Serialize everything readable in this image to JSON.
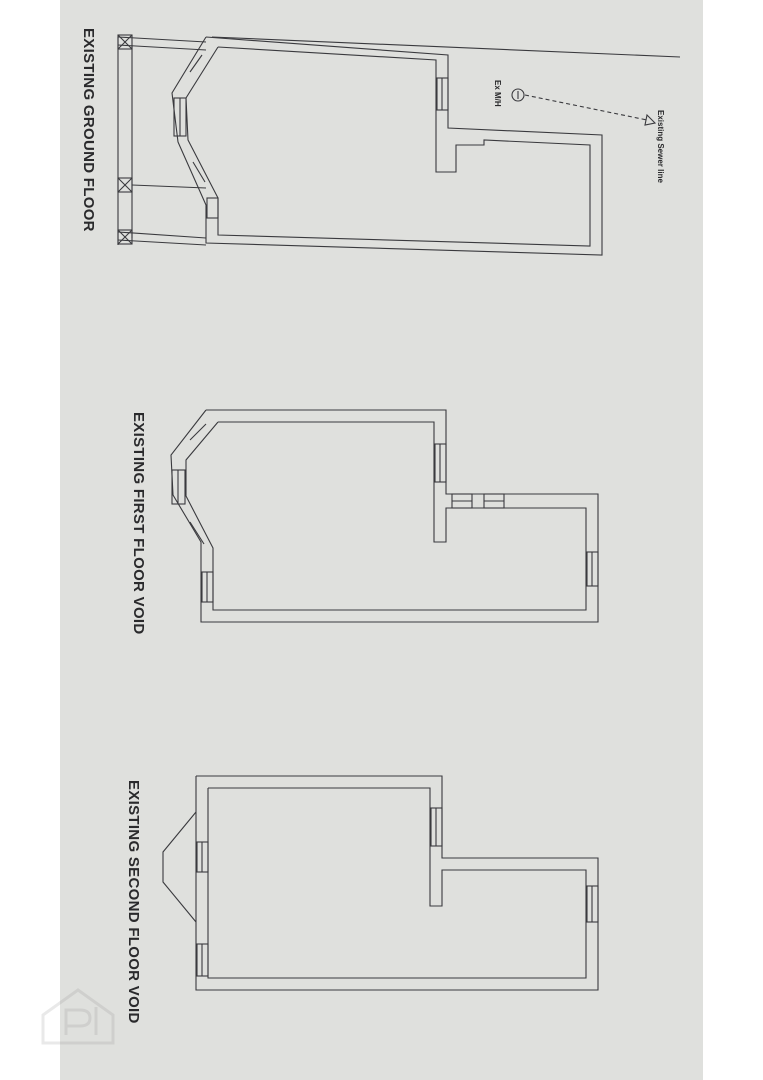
{
  "plans": {
    "ground": {
      "title": "EXISTING GROUND FLOOR"
    },
    "first": {
      "title": "EXISTING FIRST FLOOR VOID"
    },
    "second": {
      "title": "EXISTING SECOND FLOOR VOID"
    }
  },
  "annotations": {
    "sewer": "Existing Sewer line",
    "manhole": "Ex M/H"
  },
  "colors": {
    "paper": "#dfe0dd",
    "ink": "#3a3a3e"
  }
}
